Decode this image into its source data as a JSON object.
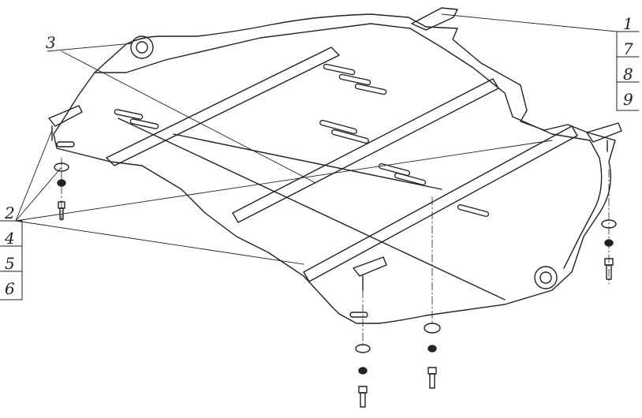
{
  "drawing": {
    "stroke_color": "#222222",
    "callouts": {
      "c1": "1",
      "c7": "7",
      "c8": "8",
      "c9": "9",
      "c3": "3",
      "c2": "2",
      "c4": "4",
      "c5": "5",
      "c6": "6"
    }
  }
}
